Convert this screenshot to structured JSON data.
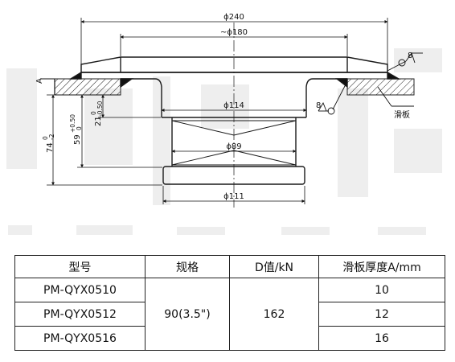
{
  "drawing": {
    "dims": {
      "d240": "ϕ240",
      "d180": "~ϕ180",
      "d114": "ϕ114",
      "d89": "ϕ89",
      "d111": "ϕ111",
      "h74_main": "74",
      "h74_tol": "0",
      "h74_tol2": "-2",
      "h59_main": "59",
      "h59_tol": "+0.50",
      "h59_tol2": "0",
      "h21_main": "21",
      "h21_tol": "0",
      "h21_tol2": "-0.50",
      "label_a": "A",
      "slide_plate": "滑板",
      "rough_top": "8",
      "rough_side": "8"
    }
  },
  "table": {
    "headers": [
      "型号",
      "规格",
      "D值/kN",
      "滑板厚度A/mm"
    ],
    "models": [
      "PM-QYX0510",
      "PM-QYX0512",
      "PM-QYX0516"
    ],
    "spec": "90(3.5\")",
    "d_value": "162",
    "thickness": [
      "10",
      "12",
      "16"
    ]
  },
  "colors": {
    "line": "#1a1a1a",
    "watermark": "#eeeeee"
  }
}
